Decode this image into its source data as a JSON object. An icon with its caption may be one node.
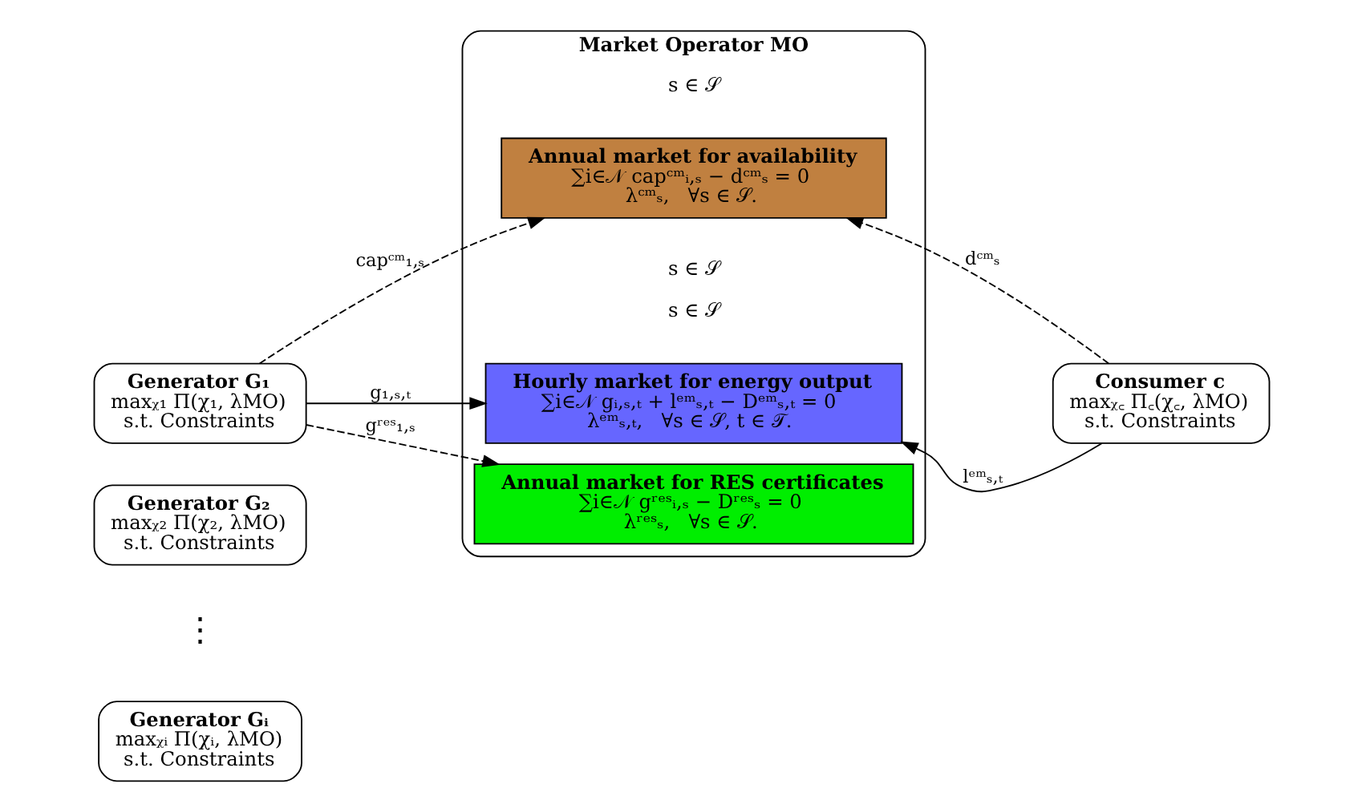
{
  "diagram": {
    "nodes": [
      {
        "text": [
          "Market Operator MO"
        ]
      },
      {
        "text": [
          "Annual market for availability",
          "∑i∈𝒩 capᶜᵐᵢ,ₛ − dᶜᵐₛ = 0",
          "λᶜᵐₛ,   ∀s ∈ 𝒮."
        ],
        "in": 0
      },
      {
        "text": [
          "Hourly market for energy output",
          "∑i∈𝒩 gᵢ,ₛ,ₜ + lᵉᵐₛ,ₜ − Dᵉᵐₛ,ₜ = 0",
          "λᵉᵐₛ,ₜ,   ∀s ∈ 𝒮, t ∈ 𝒯."
        ],
        "in": 0
      },
      {
        "text": [
          "Annual market for RES certificates",
          "∑i∈𝒩 gʳᵉˢᵢ,ₛ − Dʳᵉˢₛ = 0",
          "λʳᵉˢₛ,   ∀s ∈ 𝒮."
        ],
        "in": 0
      },
      {
        "text": [
          "Generator G₁",
          "maxᵪ₁ Π(χ₁, λMO)",
          "s.t. Constraints"
        ]
      },
      {
        "text": [
          "Generator G₂",
          "maxᵪ₂ Π(χ₂, λMO)",
          "s.t. Constraints"
        ]
      },
      {
        "text": [
          "Generator Gᵢ",
          "maxᵪᵢ Π(χᵢ, λMO)",
          "s.t. Constraints"
        ]
      },
      {
        "text": [
          "Consumer c",
          "maxᵪ꜀ Π꜀(χ꜀, λMO)",
          "s.t. Constraints"
        ]
      }
    ],
    "edges": [
      {
        "from": 4,
        "to": 1,
        "arrow": "to",
        "style": "dashed",
        "label": "capᶜᵐ₁,ₛ"
      },
      {
        "from": 4,
        "to": 2,
        "arrow": "to",
        "label": "g₁,ₛ,ₜ"
      },
      {
        "from": 4,
        "to": 3,
        "arrow": "to",
        "style": "dashed",
        "label": "gʳᵉˢ₁,ₛ"
      },
      {
        "from": 7,
        "to": 1,
        "arrow": "to",
        "style": "dashed",
        "label": "dᶜᵐₛ"
      },
      {
        "from": 7,
        "to": 2,
        "arrow": "to",
        "label": "lᵉᵐₛ,ₜ"
      }
    ],
    "labels": [
      "s ∈ 𝒮",
      "s ∈ 𝒮",
      "s ∈ 𝒮",
      "⋮"
    ]
  }
}
